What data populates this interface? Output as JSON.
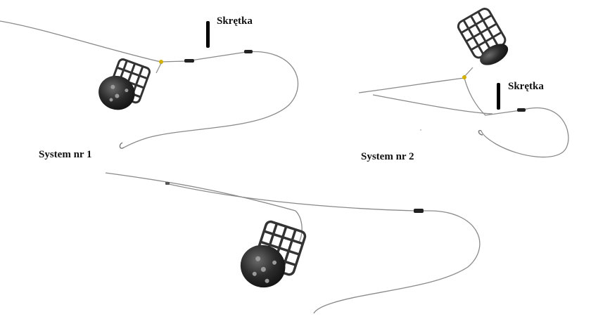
{
  "labels": {
    "twist_top": "Skrętka",
    "twist_right": "Skrętka",
    "system1": "System nr 1",
    "system2": "System nr 2"
  },
  "icons": {
    "feeder": "feeder-cage-icon",
    "hook": "fishing-hook-icon",
    "swivel": "swivel-icon"
  },
  "colors": {
    "line": "#8a8a8a",
    "feeder_body": "#2a2a2a",
    "swivel": "#d4b000",
    "marker": "#000000"
  }
}
